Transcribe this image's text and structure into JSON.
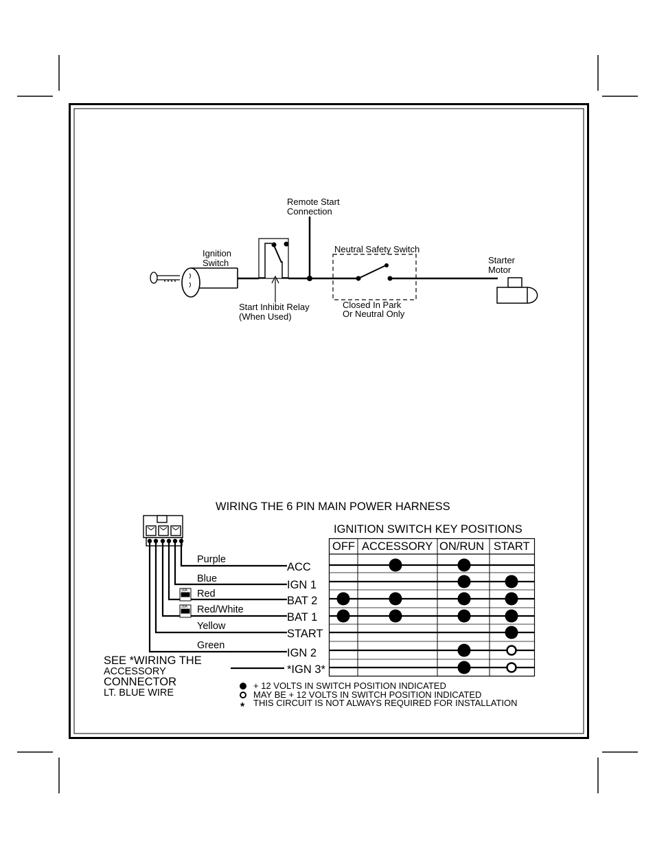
{
  "top_diagram": {
    "remote_start_connection": [
      "Remote Start",
      "Connection"
    ],
    "ignition_switch": [
      "Ignition",
      "Switch"
    ],
    "neutral_safety_switch": "Neutral Safety Switch",
    "starter_motor": [
      "Starter",
      "Motor"
    ],
    "start_inhibit_relay": [
      "Start Inhibit Relay",
      "(When Used)"
    ],
    "closed_in_park": [
      "Closed In Park",
      "Or Neutral Only"
    ]
  },
  "harness": {
    "title": "WIRING THE 6 PIN MAIN POWER HARNESS",
    "wire_colors": [
      "Purple",
      "Blue",
      "Red",
      "Red/White",
      "Yellow",
      "Green"
    ],
    "terminals": [
      "ACC",
      "IGN 1",
      "BAT 2",
      "BAT 1",
      "START",
      "IGN 2",
      "*IGN 3*"
    ],
    "see_note": [
      "SEE *WIRING THE",
      "ACCESSORY",
      "CONNECTOR",
      "LT. BLUE WIRE"
    ],
    "fuse_label": "30A"
  },
  "key_table": {
    "title": "IGNITION SWITCH KEY POSITIONS",
    "columns": [
      "OFF",
      "ACCESSORY",
      "ON/RUN",
      "START"
    ],
    "rows": [
      [
        "",
        "solid",
        "solid",
        ""
      ],
      [
        "",
        "",
        "solid",
        "solid"
      ],
      [
        "solid",
        "solid",
        "solid",
        "solid"
      ],
      [
        "solid",
        "solid",
        "solid",
        "solid"
      ],
      [
        "",
        "",
        "",
        "solid"
      ],
      [
        "",
        "",
        "solid",
        "hollow"
      ],
      [
        "",
        "",
        "solid",
        "hollow"
      ]
    ]
  },
  "legend": [
    {
      "symbol": "solid-dot",
      "text": "+ 12 VOLTS IN SWITCH POSITION INDICATED"
    },
    {
      "symbol": "hollow-dot",
      "text": "MAY BE + 12 VOLTS IN SWITCH POSITION INDICATED"
    },
    {
      "symbol": "asterisk",
      "mark": "*",
      "text": "THIS CIRCUIT IS NOT ALWAYS REQUIRED FOR INSTALLATION"
    }
  ]
}
